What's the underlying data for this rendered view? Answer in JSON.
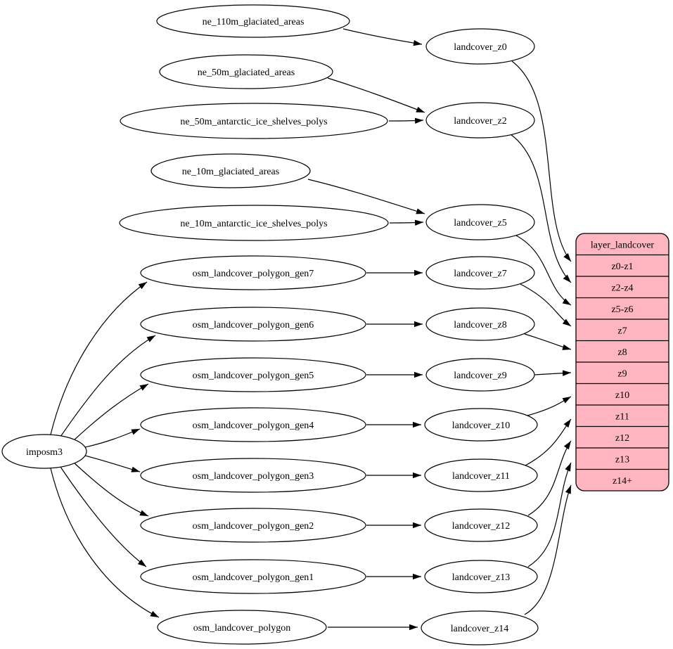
{
  "diagram": {
    "background_color": "#ffffff",
    "node_fill": "#ffffff",
    "stroke_color": "#000000",
    "table_fill": "#ffb6c1"
  },
  "nodes": [
    {
      "id": "imposm3",
      "label": "imposm3"
    },
    {
      "id": "ne_110m_glaciated_areas",
      "label": "ne_110m_glaciated_areas"
    },
    {
      "id": "ne_50m_glaciated_areas",
      "label": "ne_50m_glaciated_areas"
    },
    {
      "id": "ne_50m_antarctic_ice_shelves_polys",
      "label": "ne_50m_antarctic_ice_shelves_polys"
    },
    {
      "id": "ne_10m_glaciated_areas",
      "label": "ne_10m_glaciated_areas"
    },
    {
      "id": "ne_10m_antarctic_ice_shelves_polys",
      "label": "ne_10m_antarctic_ice_shelves_polys"
    },
    {
      "id": "osm_landcover_polygon_gen7",
      "label": "osm_landcover_polygon_gen7"
    },
    {
      "id": "osm_landcover_polygon_gen6",
      "label": "osm_landcover_polygon_gen6"
    },
    {
      "id": "osm_landcover_polygon_gen5",
      "label": "osm_landcover_polygon_gen5"
    },
    {
      "id": "osm_landcover_polygon_gen4",
      "label": "osm_landcover_polygon_gen4"
    },
    {
      "id": "osm_landcover_polygon_gen3",
      "label": "osm_landcover_polygon_gen3"
    },
    {
      "id": "osm_landcover_polygon_gen2",
      "label": "osm_landcover_polygon_gen2"
    },
    {
      "id": "osm_landcover_polygon_gen1",
      "label": "osm_landcover_polygon_gen1"
    },
    {
      "id": "osm_landcover_polygon",
      "label": "osm_landcover_polygon"
    },
    {
      "id": "landcover_z0",
      "label": "landcover_z0"
    },
    {
      "id": "landcover_z2",
      "label": "landcover_z2"
    },
    {
      "id": "landcover_z5",
      "label": "landcover_z5"
    },
    {
      "id": "landcover_z7",
      "label": "landcover_z7"
    },
    {
      "id": "landcover_z8",
      "label": "landcover_z8"
    },
    {
      "id": "landcover_z9",
      "label": "landcover_z9"
    },
    {
      "id": "landcover_z10",
      "label": "landcover_z10"
    },
    {
      "id": "landcover_z11",
      "label": "landcover_z11"
    },
    {
      "id": "landcover_z12",
      "label": "landcover_z12"
    },
    {
      "id": "landcover_z13",
      "label": "landcover_z13"
    },
    {
      "id": "landcover_z14",
      "label": "landcover_z14"
    }
  ],
  "table": {
    "title": "layer_landcover",
    "rows": [
      "z0-z1",
      "z2-z4",
      "z5-z6",
      "z7",
      "z8",
      "z9",
      "z10",
      "z11",
      "z12",
      "z13",
      "z14+"
    ]
  },
  "edges": [
    {
      "from": "ne_110m_glaciated_areas",
      "to": "landcover_z0"
    },
    {
      "from": "ne_50m_glaciated_areas",
      "to": "landcover_z2"
    },
    {
      "from": "ne_50m_antarctic_ice_shelves_polys",
      "to": "landcover_z2"
    },
    {
      "from": "ne_10m_glaciated_areas",
      "to": "landcover_z5"
    },
    {
      "from": "ne_10m_antarctic_ice_shelves_polys",
      "to": "landcover_z5"
    },
    {
      "from": "imposm3",
      "to": "osm_landcover_polygon_gen7"
    },
    {
      "from": "imposm3",
      "to": "osm_landcover_polygon_gen6"
    },
    {
      "from": "imposm3",
      "to": "osm_landcover_polygon_gen5"
    },
    {
      "from": "imposm3",
      "to": "osm_landcover_polygon_gen4"
    },
    {
      "from": "imposm3",
      "to": "osm_landcover_polygon_gen3"
    },
    {
      "from": "imposm3",
      "to": "osm_landcover_polygon_gen2"
    },
    {
      "from": "imposm3",
      "to": "osm_landcover_polygon_gen1"
    },
    {
      "from": "imposm3",
      "to": "osm_landcover_polygon"
    },
    {
      "from": "osm_landcover_polygon_gen7",
      "to": "landcover_z7"
    },
    {
      "from": "osm_landcover_polygon_gen6",
      "to": "landcover_z8"
    },
    {
      "from": "osm_landcover_polygon_gen5",
      "to": "landcover_z9"
    },
    {
      "from": "osm_landcover_polygon_gen4",
      "to": "landcover_z10"
    },
    {
      "from": "osm_landcover_polygon_gen3",
      "to": "landcover_z11"
    },
    {
      "from": "osm_landcover_polygon_gen2",
      "to": "landcover_z12"
    },
    {
      "from": "osm_landcover_polygon_gen1",
      "to": "landcover_z13"
    },
    {
      "from": "osm_landcover_polygon",
      "to": "landcover_z14"
    },
    {
      "from": "landcover_z0",
      "to": "table:z0-z1"
    },
    {
      "from": "landcover_z2",
      "to": "table:z2-z4"
    },
    {
      "from": "landcover_z5",
      "to": "table:z5-z6"
    },
    {
      "from": "landcover_z7",
      "to": "table:z7"
    },
    {
      "from": "landcover_z8",
      "to": "table:z8"
    },
    {
      "from": "landcover_z9",
      "to": "table:z9"
    },
    {
      "from": "landcover_z10",
      "to": "table:z10"
    },
    {
      "from": "landcover_z11",
      "to": "table:z11"
    },
    {
      "from": "landcover_z12",
      "to": "table:z12"
    },
    {
      "from": "landcover_z13",
      "to": "table:z13"
    },
    {
      "from": "landcover_z14",
      "to": "table:z14+"
    }
  ]
}
